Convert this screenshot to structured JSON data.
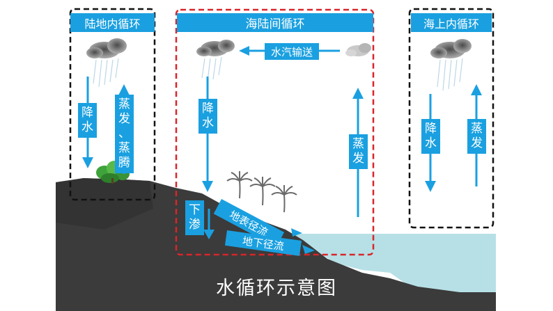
{
  "colors": {
    "label_bg": "#1aa0e0",
    "arrow": "#1aa0e0",
    "ground": "#3b3b3b",
    "sea": "#b6e0e6",
    "box_black": "#111111",
    "box_red": "#d9252a"
  },
  "sections": {
    "land_cycle": {
      "title": "陆地内循环",
      "down": "降水",
      "up": "蒸发、蒸腾"
    },
    "sea_land_cycle": {
      "title": "海陆间循环",
      "transport": "水汽输送",
      "down": "降水",
      "up": "蒸发",
      "infiltration": "下渗",
      "surface_runoff": "地表径流",
      "ground_runoff": "地下径流"
    },
    "sea_cycle": {
      "title": "海上内循环",
      "down": "降水",
      "up": "蒸发"
    }
  },
  "caption": "水循环示意图"
}
